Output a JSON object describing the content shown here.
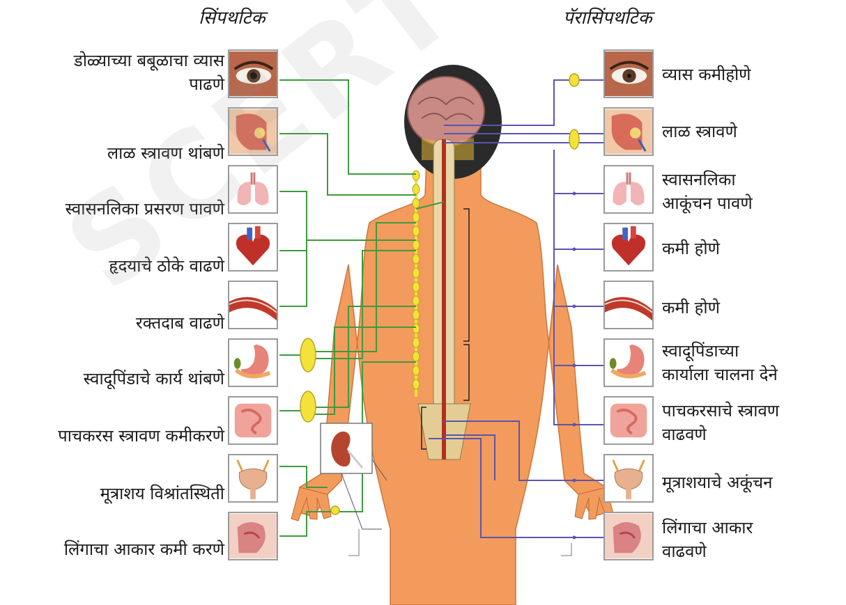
{
  "headings": {
    "sympathetic": "सिंपथटिक",
    "parasympathetic": "पॅरासिंपथटिक"
  },
  "watermark": "SCERT TELANGANA",
  "colors": {
    "sympathetic_line": "#3d9a3d",
    "parasympathetic_line": "#5a55b0",
    "ganglion": "#f2e23a",
    "skin": "#f39b5c",
    "brain": "#c98a84"
  },
  "sympathetic": [
    {
      "organ": "eye-icon",
      "effect": "डोळ्याच्या बबूळाचा व्यास\nपाढणे"
    },
    {
      "organ": "salivary-gland-icon",
      "effect": "लाळ स्त्रावण थांबणे"
    },
    {
      "organ": "lungs-icon",
      "effect": "स्वासनलिका प्रसरण पावणे"
    },
    {
      "organ": "heart-icon",
      "effect": "हृदयाचे ठोके वाढणे"
    },
    {
      "organ": "blood-vessel-icon",
      "effect": "रक्तदाब वाढणे"
    },
    {
      "organ": "stomach-pancreas-icon",
      "effect": "स्वादूपिंडाचे कार्य थांबणे"
    },
    {
      "organ": "intestine-icon",
      "effect": "पाचकरस स्त्रावण कमीकरणे"
    },
    {
      "organ": "bladder-icon",
      "effect": "मूत्राशय विश्रांतस्थिती"
    },
    {
      "organ": "genital-icon",
      "effect": "लिंगाचा आकार कमी करणे"
    }
  ],
  "parasympathetic": [
    {
      "organ": "eye-icon",
      "effect": "व्यास कमीहोणे"
    },
    {
      "organ": "salivary-gland-icon",
      "effect": "लाळ स्त्रावणे"
    },
    {
      "organ": "lungs-icon",
      "effect": "स्वासनलिका\nआकूंचन पावणे"
    },
    {
      "organ": "heart-icon",
      "effect": "कमी होणे"
    },
    {
      "organ": "blood-vessel-icon",
      "effect": "कमी होणे"
    },
    {
      "organ": "stomach-pancreas-icon",
      "effect": "स्वादूपिंडाच्या\nकार्याला चालना देने"
    },
    {
      "organ": "intestine-icon",
      "effect": "पाचकरसाचे स्त्रावण\nवाढवणे"
    },
    {
      "organ": "bladder-icon",
      "effect": "मूत्राशयाचे अकूंचन"
    },
    {
      "organ": "genital-icon",
      "effect": "लिंगाचा आकार\nवाढवणे"
    }
  ]
}
